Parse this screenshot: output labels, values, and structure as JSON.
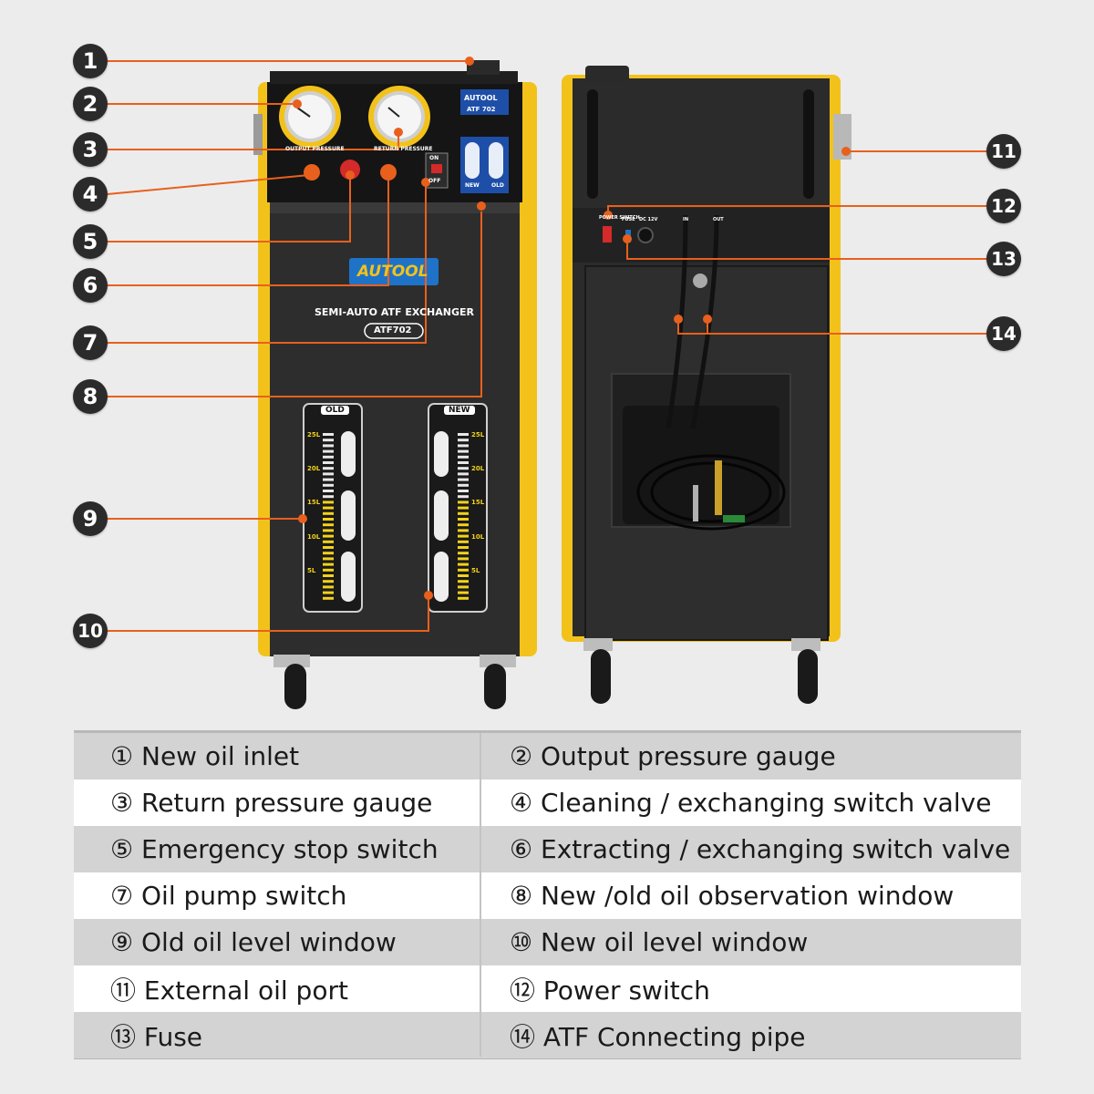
{
  "colors": {
    "leader_line": "#e8601c",
    "machine_yellow": "#f2c21b",
    "machine_body": "#2d2d2d",
    "callout_bg": "#2b2b2b",
    "row_shade": "#d3d3d3"
  },
  "machine_front": {
    "brand": "AUTOOL",
    "title": "SEMI-AUTO ATF EXCHANGER",
    "model": "ATF702",
    "panel_brand": "AUTOOL",
    "panel_model": "ATF 702",
    "gauge_left_label": "OUTPUT PRESSURE",
    "gauge_right_label": "RETURN PRESSURE",
    "window_new": "NEW",
    "window_old": "OLD",
    "level_old_label": "OLD",
    "level_new_label": "NEW",
    "scale": [
      "25L",
      "20L",
      "15L",
      "10L",
      "5L"
    ],
    "switch_on_label": "ON",
    "switch_off_label": "OFF"
  },
  "machine_back": {
    "power_label": "POWER SWITCH",
    "fuse_label": "FUSE",
    "dc_label": "DC 12V",
    "in_label": "IN",
    "out_label": "OUT"
  },
  "callouts": [
    "1",
    "2",
    "3",
    "4",
    "5",
    "6",
    "7",
    "8",
    "9",
    "10",
    "11",
    "12",
    "13",
    "14"
  ],
  "legend": [
    {
      "left": "① New oil inlet",
      "right": "② Output pressure gauge"
    },
    {
      "left": "③ Return pressure gauge",
      "right": "④ Cleaning / exchanging switch valve"
    },
    {
      "left": "⑤ Emergency stop switch",
      "right": "⑥ Extracting / exchanging switch valve"
    },
    {
      "left": "⑦ Oil pump switch",
      "right": "⑧ New /old oil observation window"
    },
    {
      "left": "⑨ Old oil level window",
      "right": "⑩ New oil level window"
    },
    {
      "left": "⑪ External oil port",
      "right": "⑫ Power switch"
    },
    {
      "left": "⑬ Fuse",
      "right": "⑭ ATF Connecting pipe"
    }
  ]
}
